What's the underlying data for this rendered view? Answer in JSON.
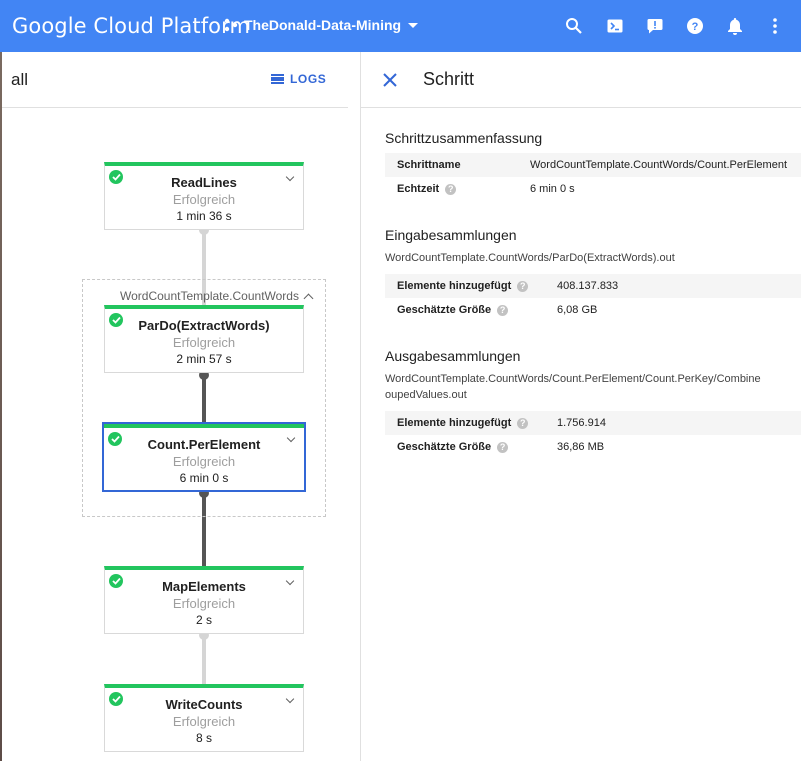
{
  "topbar": {
    "brand": "Google Cloud Platform",
    "project": "TheDonald-Data-Mining",
    "icons": [
      "search-icon",
      "cloud-shell-icon",
      "alert-icon",
      "help-icon",
      "notifications-icon",
      "more-vert-icon"
    ]
  },
  "left": {
    "title": "all",
    "logs_label": "LOGS",
    "group_label": "WordCountTemplate.CountWords",
    "nodes": [
      {
        "name": "ReadLines",
        "status": "Erfolgreich",
        "time": "1 min 36 s"
      },
      {
        "name": "ParDo(ExtractWords)",
        "status": "Erfolgreich",
        "time": "2 min 57 s"
      },
      {
        "name": "Count.PerElement",
        "status": "Erfolgreich",
        "time": "6 min 0 s"
      },
      {
        "name": "MapElements",
        "status": "Erfolgreich",
        "time": "2 s"
      },
      {
        "name": "WriteCounts",
        "status": "Erfolgreich",
        "time": "8 s"
      }
    ]
  },
  "right": {
    "title": "Schritt",
    "summary": {
      "heading": "Schrittzusammenfassung",
      "rows": [
        {
          "key": "Schrittname",
          "value": "WordCountTemplate.CountWords/Count.PerElement"
        },
        {
          "key": "Echtzeit",
          "value": "6 min 0 s"
        }
      ]
    },
    "inputs": {
      "heading": "Eingabesammlungen",
      "collection": "WordCountTemplate.CountWords/ParDo(ExtractWords).out",
      "rows": [
        {
          "key": "Elemente hinzugefügt",
          "value": "408.137.833"
        },
        {
          "key": "Geschätzte Größe",
          "value": "6,08 GB"
        }
      ]
    },
    "outputs": {
      "heading": "Ausgabesammlungen",
      "collection_line1": "WordCountTemplate.CountWords/Count.PerElement/Count.PerKey/Combine",
      "collection_line2": "oupedValues.out",
      "rows": [
        {
          "key": "Elemente hinzugefügt",
          "value": "1.756.914"
        },
        {
          "key": "Geschätzte Größe",
          "value": "36,86 MB"
        }
      ]
    }
  },
  "colors": {
    "header_blue": "#4285f4",
    "success_green": "#22c55e",
    "accent_blue": "#3367d6"
  }
}
